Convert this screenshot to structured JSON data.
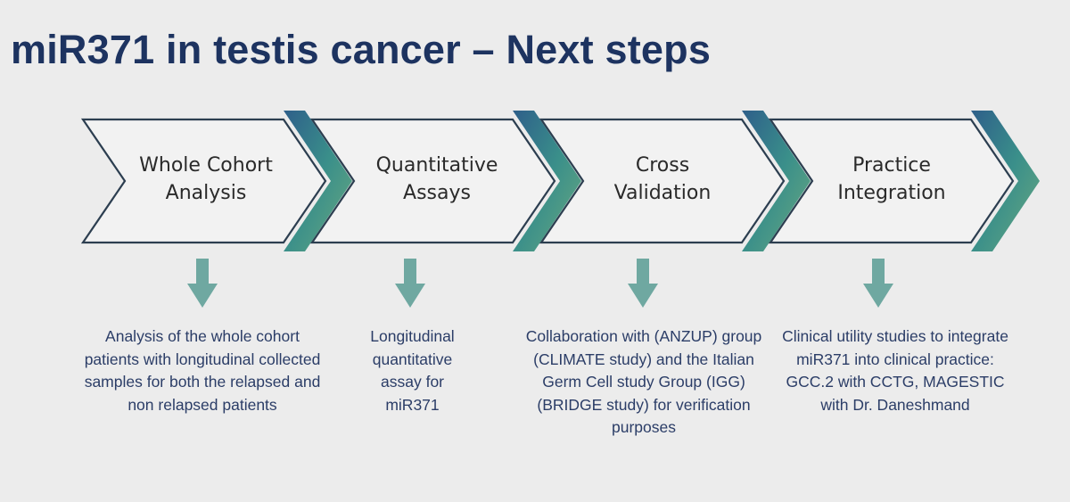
{
  "title": "miR371 in testis cancer – Next steps",
  "colors": {
    "title": "#1d3360",
    "description_text": "#2b3d67",
    "arrow_fill": "#6fa8a1",
    "chevron_gradient": [
      "#2e5f8a",
      "#3a8f8a",
      "#68a880"
    ]
  },
  "steps": [
    {
      "label_lines": [
        "Whole Cohort",
        "Analysis"
      ],
      "description": "Analysis of the whole cohort patients with longitudinal collected samples for both the relapsed and non relapsed patients"
    },
    {
      "label_lines": [
        "Quantitative",
        "Assays"
      ],
      "description": "Longitudinal quantitative assay for miR371"
    },
    {
      "label_lines": [
        "Cross",
        "Validation"
      ],
      "description": "Collaboration with (ANZUP) group (CLIMATE study) and the Italian Germ Cell study Group (IGG) (BRIDGE study) for verification purposes"
    },
    {
      "label_lines": [
        "Practice",
        "Integration"
      ],
      "description": "Clinical utility studies to integrate miR371 into clinical practice: GCC.2 with CCTG, MAGESTIC with Dr. Daneshmand"
    }
  ]
}
